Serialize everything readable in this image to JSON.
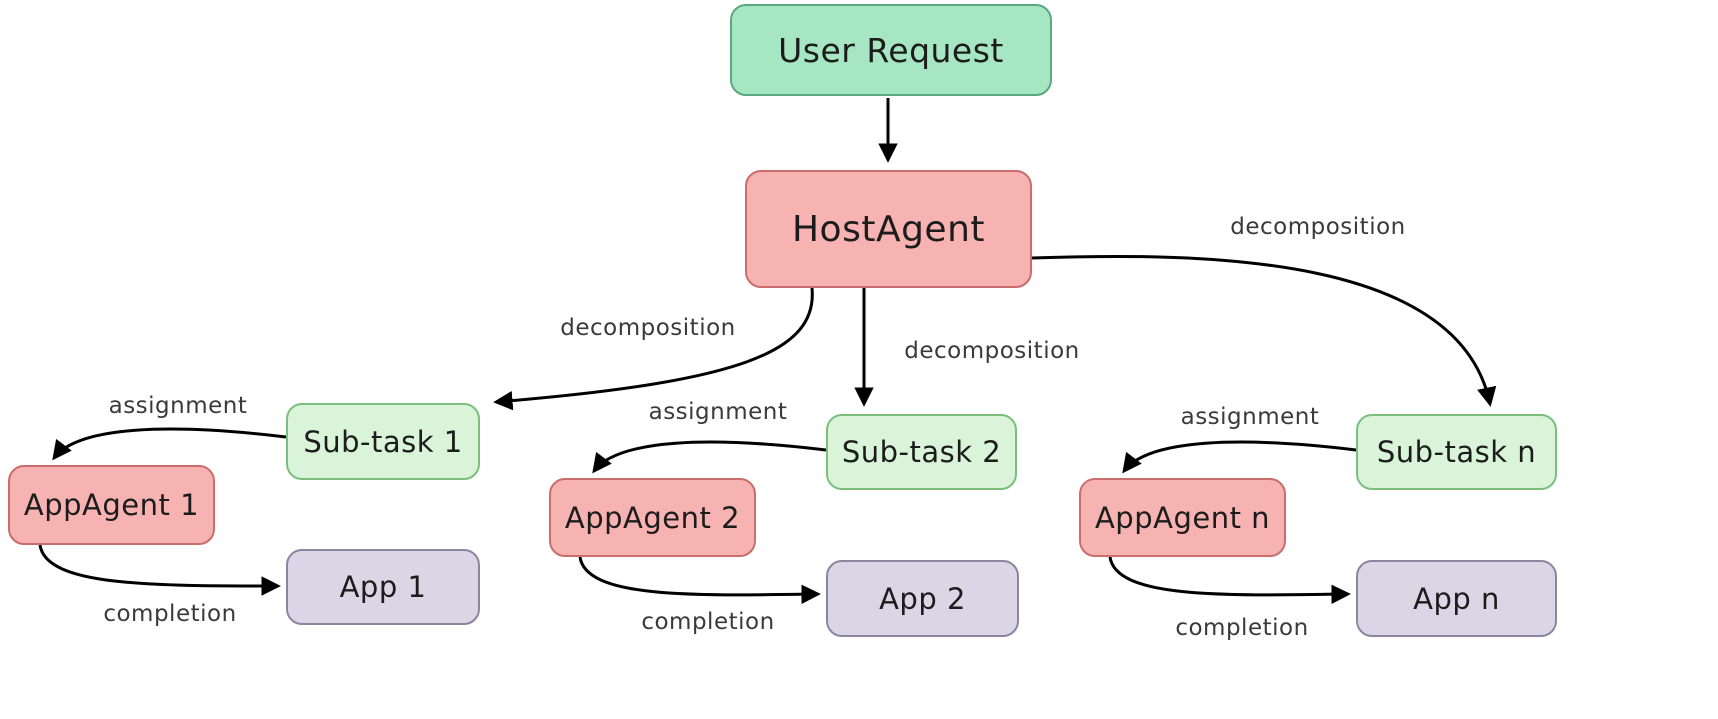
{
  "diagram": {
    "nodes": {
      "user_request": "User Request",
      "host_agent": "HostAgent",
      "subtask_1": "Sub-task 1",
      "subtask_2": "Sub-task 2",
      "subtask_n": "Sub-task n",
      "appagent_1": "AppAgent 1",
      "appagent_2": "AppAgent 2",
      "appagent_n": "AppAgent n",
      "app_1": "App 1",
      "app_2": "App 2",
      "app_n": "App n"
    },
    "edge_labels": {
      "decomposition_1": "decomposition",
      "decomposition_2": "decomposition",
      "decomposition_n": "decomposition",
      "assignment_1": "assignment",
      "assignment_2": "assignment",
      "assignment_n": "assignment",
      "completion_1": "completion",
      "completion_2": "completion",
      "completion_n": "completion"
    },
    "colors": {
      "mint_fill": "#a7e6c2",
      "mint_border": "#5aa87e",
      "pink_fill": "#f7b2b2",
      "pink_border": "#c96d6d",
      "pale_green_fill": "#d9f4d9",
      "pale_green_border": "#7cbf7c",
      "lavender_fill": "#dbd6e6",
      "lavender_border": "#8b86a0",
      "arrow": "#000000",
      "edge_label_text": "#3a3a3a"
    }
  }
}
